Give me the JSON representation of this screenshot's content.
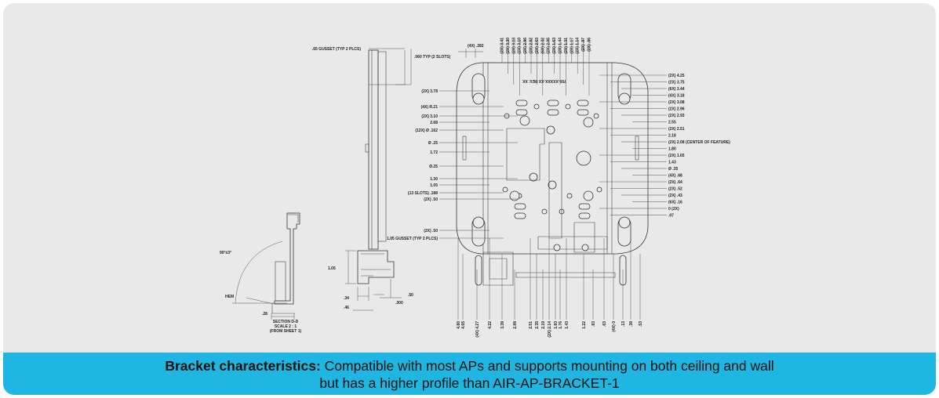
{
  "caption": {
    "label": "Bracket characteristics:",
    "line1": " Compatible with most APs and supports mounting on both ceiling and wall",
    "line2": "but has a higher profile than AIR-AP-BRACKET-1"
  },
  "section_view": {
    "angle": "90°±3°",
    "hem": "HEM",
    "dim_28": ".28",
    "title": "SECTION D-D",
    "scale": "SCALE 2 : 1",
    "ref": "(FROM SHEET 1)"
  },
  "side_view": {
    "gusset_top": ".65 GUSSET (TYP 2 PLCS)",
    "slots": ".060 TYP (2 SLOTS)",
    "d105": "1.05",
    "d34": ".34",
    "d46": ".46",
    "d50": ".50",
    "d300": ".300"
  },
  "plan_view": {
    "part_no": "700-XXXXX-XX REV. XX",
    "top_dims": [
      "(2X) 3.41",
      "(2X) 3.30",
      "(2X) 3.13",
      "(2X) 3.10",
      "(2X) 2.96",
      "(2X) 2.82",
      "(2X) 2.63",
      "(6X) 2.32",
      "(2X) 2.05",
      "(2X) 1.63",
      "(2X) 1.44",
      "(2X) 1.31",
      "(2X) 1.17",
      "(2X) 1.14",
      "(2X) .97",
      "(2X) .86"
    ],
    "top_slot": "(4X) .282",
    "left_dims": [
      "(2X) 3.78",
      "(4X) R.21",
      "(2X) 3.10",
      "2.68",
      "(12X) Ø .162",
      "Ø .25",
      "1.72",
      "Ø.25",
      "1.30",
      "1.05",
      "(13 SLOTS) .188",
      "(2X) .50",
      "(2X) .50",
      "1.05 GUSSET (TYP 2 PLCS)"
    ],
    "right_dims": [
      "(2X) 4.25",
      "(2X) 3.75",
      "(6X) 3.44",
      "(4X) 3.18",
      "(2X) 3.08",
      "(2X) 2.96",
      "(2X) 2.93",
      "2.55",
      "(2X) 2.51",
      "2.18",
      "(2X) 2.08 (CENTER OF FEATURE)",
      "1.80",
      "(2X) 1.65",
      "1.43",
      "Ø .35",
      "(4X) .68",
      "(2X) .64",
      "(2X) .52",
      "(2X) .43",
      "(6X) .16",
      "0 (2X)",
      ".07"
    ],
    "bottom_dims": [
      "4.80",
      "4.65",
      "(4X) 4.27",
      "4.22",
      "3.39",
      "2.89",
      "2.51",
      "2.35",
      "2.19",
      "(2X) 2.14",
      "1.93",
      "1.76",
      "1.43",
      "1.22",
      ".83",
      ".63",
      "(4X) 0",
      ".13",
      ".38",
      ".53"
    ]
  }
}
